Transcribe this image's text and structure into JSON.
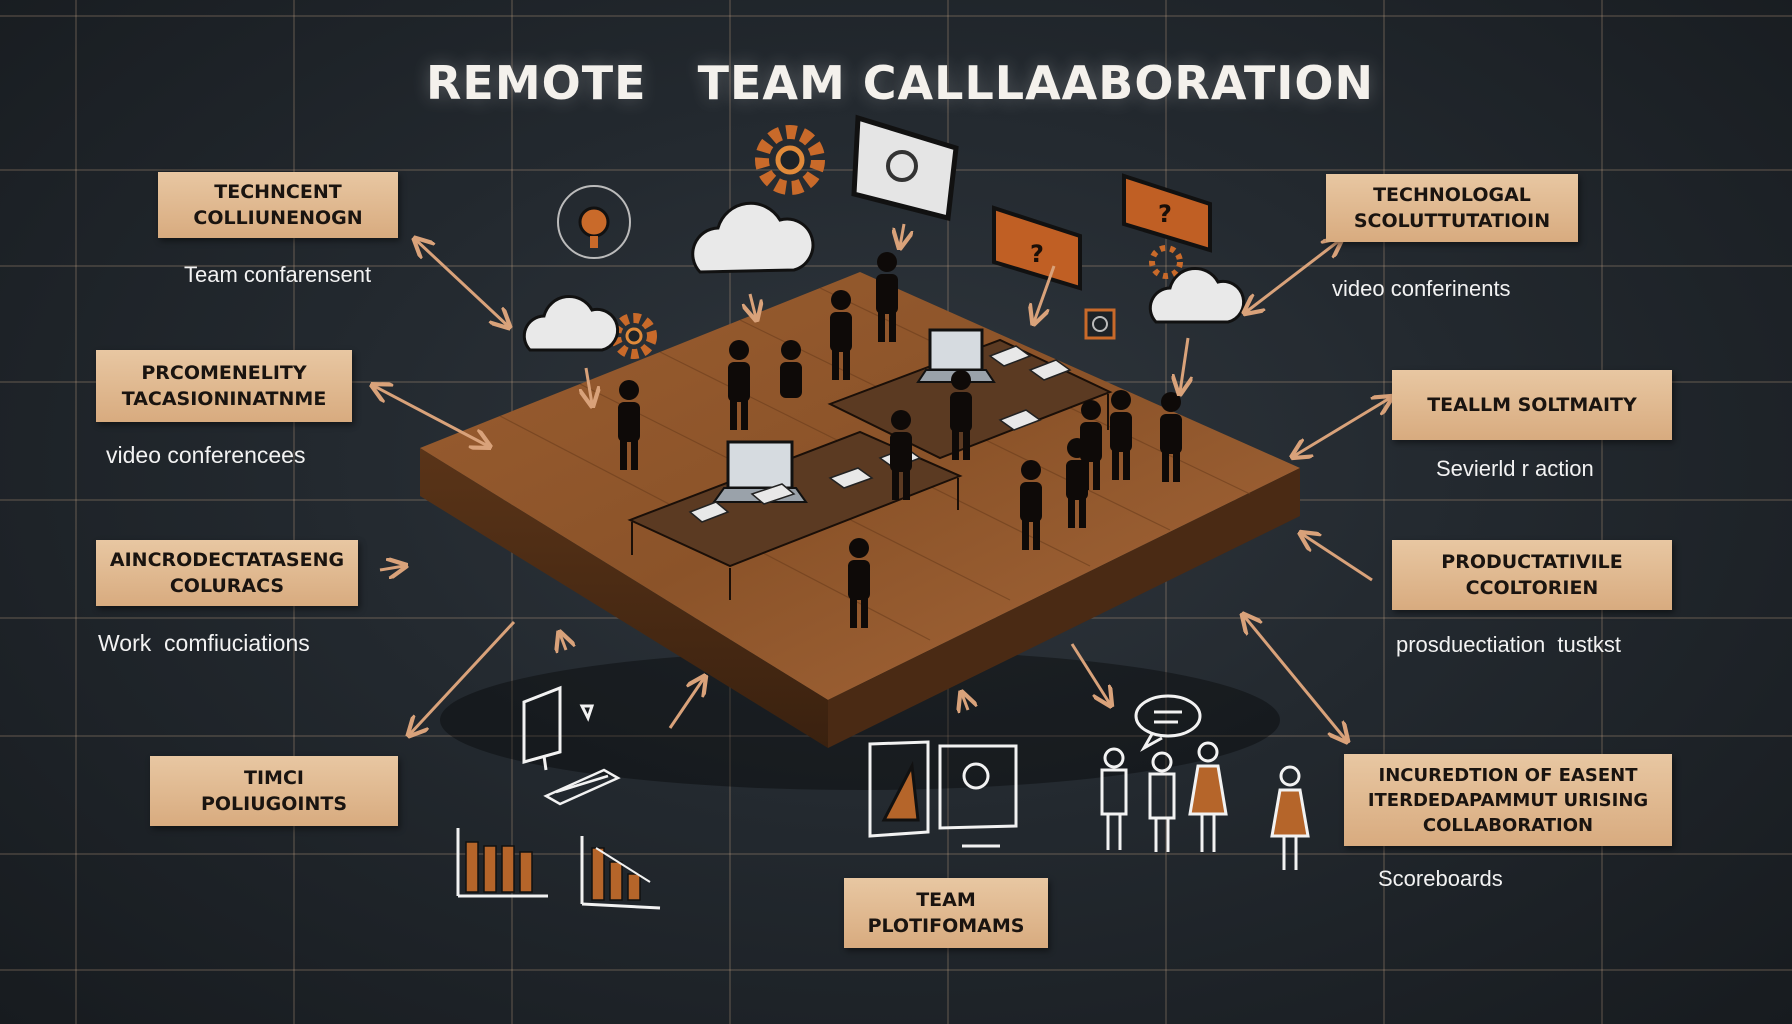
{
  "title": "REMOTE   TEAM CALLLAABORATION",
  "cards": {
    "left_1": "TECHNCENT\nCOLLIUNENOGN",
    "left_2": "PRCOMENELITY\nTACASIONINATNME",
    "left_3": "AINCRODECTATASENG\nCOLURACS",
    "left_4": "TIMCI\nPOLIUGOINTS",
    "right_1": "TECHNOLOGAL\nSCOLUTTUTATIOIN",
    "right_2": "TEALLM SOLTMAITY",
    "right_3": "PRODUCTATIVILE\nCCOLTORIEN",
    "right_4": "INCUREDTION OF EASENT\nITERDEDAPAMMUT URISING\nCOLLABORATION",
    "bottom": "TEAM\nPLOTIFOMAMS"
  },
  "notes": {
    "left_1": "Team confarensent",
    "left_2": "video conferencees",
    "left_3": "Work  comfiuciations",
    "right_1": "video conferinents",
    "right_2": "Sevierld r action",
    "right_3": "prosduectiation  tustkst",
    "right_4": "Scoreboards"
  },
  "colors": {
    "background": "#23292f",
    "card": "#dcb38a",
    "wood": "#8b5329",
    "accent": "#c96a2a",
    "chalk": "#f2f2f2"
  },
  "icons": [
    "gear-icon",
    "cloud-icon",
    "question-sign-icon",
    "lightbulb-icon",
    "monitor-icon",
    "laptop-icon",
    "bar-chart-icon",
    "speech-bubble-icon",
    "keyboard-icon"
  ]
}
